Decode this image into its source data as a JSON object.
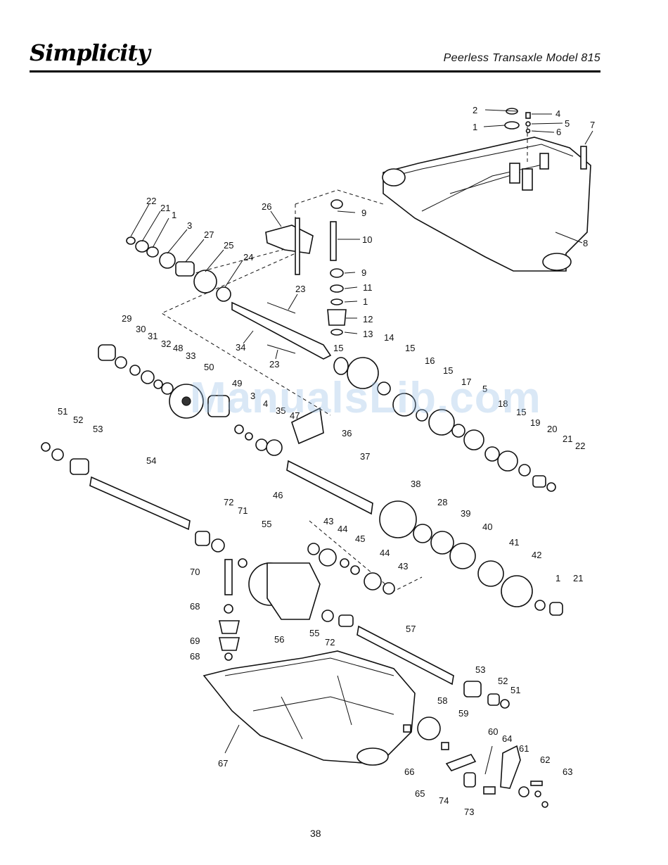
{
  "header": {
    "brand": "Simplicity",
    "model_title": "Peerless Transaxle Model 815"
  },
  "watermark": "ManualsLib.com",
  "footer": {
    "page_number": "38"
  },
  "callouts": [
    {
      "id": "c1",
      "text": "2"
    },
    {
      "id": "c2",
      "text": "1"
    },
    {
      "id": "c3",
      "text": "4"
    },
    {
      "id": "c4",
      "text": "5"
    },
    {
      "id": "c5",
      "text": "6"
    },
    {
      "id": "c6",
      "text": "7"
    },
    {
      "id": "c7",
      "text": "8"
    },
    {
      "id": "c8",
      "text": "9"
    },
    {
      "id": "c9",
      "text": "10"
    },
    {
      "id": "c10",
      "text": "9"
    },
    {
      "id": "c11",
      "text": "11"
    },
    {
      "id": "c12",
      "text": "1"
    },
    {
      "id": "c13",
      "text": "12"
    },
    {
      "id": "c14",
      "text": "13"
    },
    {
      "id": "c15",
      "text": "26"
    },
    {
      "id": "c16",
      "text": "22"
    },
    {
      "id": "c17",
      "text": "21"
    },
    {
      "id": "c18",
      "text": "1"
    },
    {
      "id": "c19",
      "text": "3"
    },
    {
      "id": "c20",
      "text": "27"
    },
    {
      "id": "c21",
      "text": "25"
    },
    {
      "id": "c22",
      "text": "24"
    },
    {
      "id": "c23",
      "text": "23"
    },
    {
      "id": "c24",
      "text": "34"
    },
    {
      "id": "c25",
      "text": "23"
    },
    {
      "id": "c26",
      "text": "29"
    },
    {
      "id": "c27",
      "text": "30"
    },
    {
      "id": "c28",
      "text": "31"
    },
    {
      "id": "c29",
      "text": "32"
    },
    {
      "id": "c30",
      "text": "48"
    },
    {
      "id": "c31",
      "text": "33"
    },
    {
      "id": "c32",
      "text": "50"
    },
    {
      "id": "c33",
      "text": "15"
    },
    {
      "id": "c34",
      "text": "14"
    },
    {
      "id": "c35",
      "text": "15"
    },
    {
      "id": "c36",
      "text": "16"
    },
    {
      "id": "c37",
      "text": "15"
    },
    {
      "id": "c38",
      "text": "17"
    },
    {
      "id": "c39",
      "text": "5"
    },
    {
      "id": "c40",
      "text": "18"
    },
    {
      "id": "c41",
      "text": "15"
    },
    {
      "id": "c42",
      "text": "19"
    },
    {
      "id": "c43",
      "text": "20"
    },
    {
      "id": "c44",
      "text": "21"
    },
    {
      "id": "c45",
      "text": "22"
    },
    {
      "id": "c46",
      "text": "49"
    },
    {
      "id": "c47",
      "text": "3"
    },
    {
      "id": "c48",
      "text": "4"
    },
    {
      "id": "c49",
      "text": "35"
    },
    {
      "id": "c50",
      "text": "47"
    },
    {
      "id": "c51",
      "text": "36"
    },
    {
      "id": "c52",
      "text": "51"
    },
    {
      "id": "c53",
      "text": "52"
    },
    {
      "id": "c54",
      "text": "53"
    },
    {
      "id": "c55",
      "text": "54"
    },
    {
      "id": "c56",
      "text": "37"
    },
    {
      "id": "c57",
      "text": "46"
    },
    {
      "id": "c58",
      "text": "38"
    },
    {
      "id": "c59",
      "text": "28"
    },
    {
      "id": "c60",
      "text": "39"
    },
    {
      "id": "c61",
      "text": "72"
    },
    {
      "id": "c62",
      "text": "71"
    },
    {
      "id": "c63",
      "text": "55"
    },
    {
      "id": "c64",
      "text": "43"
    },
    {
      "id": "c65",
      "text": "44"
    },
    {
      "id": "c66",
      "text": "45"
    },
    {
      "id": "c67",
      "text": "40"
    },
    {
      "id": "c68",
      "text": "41"
    },
    {
      "id": "c69",
      "text": "42"
    },
    {
      "id": "c70",
      "text": "44"
    },
    {
      "id": "c71",
      "text": "43"
    },
    {
      "id": "c72",
      "text": "1"
    },
    {
      "id": "c73",
      "text": "21"
    },
    {
      "id": "c74",
      "text": "70"
    },
    {
      "id": "c75",
      "text": "68"
    },
    {
      "id": "c76",
      "text": "69"
    },
    {
      "id": "c77",
      "text": "68"
    },
    {
      "id": "c78",
      "text": "56"
    },
    {
      "id": "c79",
      "text": "55"
    },
    {
      "id": "c80",
      "text": "72"
    },
    {
      "id": "c81",
      "text": "57"
    },
    {
      "id": "c82",
      "text": "53"
    },
    {
      "id": "c83",
      "text": "52"
    },
    {
      "id": "c84",
      "text": "51"
    },
    {
      "id": "c85",
      "text": "58"
    },
    {
      "id": "c86",
      "text": "59"
    },
    {
      "id": "c87",
      "text": "60"
    },
    {
      "id": "c88",
      "text": "64"
    },
    {
      "id": "c89",
      "text": "61"
    },
    {
      "id": "c90",
      "text": "62"
    },
    {
      "id": "c91",
      "text": "63"
    },
    {
      "id": "c92",
      "text": "67"
    },
    {
      "id": "c93",
      "text": "66"
    },
    {
      "id": "c94",
      "text": "65"
    },
    {
      "id": "c95",
      "text": "74"
    },
    {
      "id": "c96",
      "text": "73"
    }
  ]
}
